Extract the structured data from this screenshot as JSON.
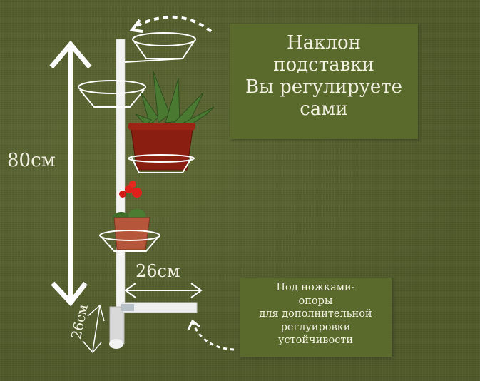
{
  "title_panel": {
    "lines": [
      "Наклон",
      "подставки",
      "Вы регулируете",
      "сами"
    ]
  },
  "note_panel": {
    "lines": [
      "Под ножками-",
      "опоры",
      "для дополнительной",
      "реглуировки",
      "устойчивости"
    ]
  },
  "dimensions": {
    "height": "80см",
    "leg_length": "26см",
    "leg_depth": "26см"
  },
  "colors": {
    "background": "#56602f",
    "panel": "#5a6a2c",
    "text": "#f2f0e0",
    "pot": "#8a1e10",
    "flower": "#e0201a",
    "leaf": "#3f6e2a"
  }
}
